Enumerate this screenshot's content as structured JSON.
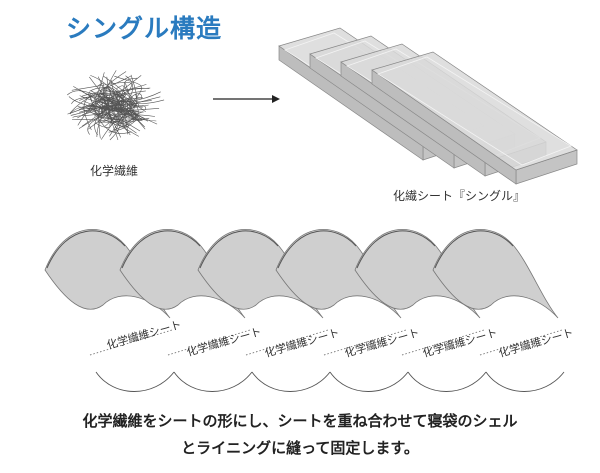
{
  "title": "シングル構造",
  "fiber_label": "化学繊維",
  "sheet_label": "化繊シート『シングル』",
  "wave_sheet_labels": [
    "化学繊維シート",
    "化学繊維シート",
    "化学繊維シート",
    "化学繊維シート",
    "化学繊維シート",
    "化学繊維シート"
  ],
  "caption": {
    "line1": "化学繊維をシートの形にし、シートを重ね合わせて寝袋のシェル",
    "line2": "とライニングに縫って固定します。"
  },
  "colors": {
    "title": "#2a7bbf",
    "sheet_fill": "#d9d9d9",
    "wave_fill": "#cfcfcf"
  }
}
